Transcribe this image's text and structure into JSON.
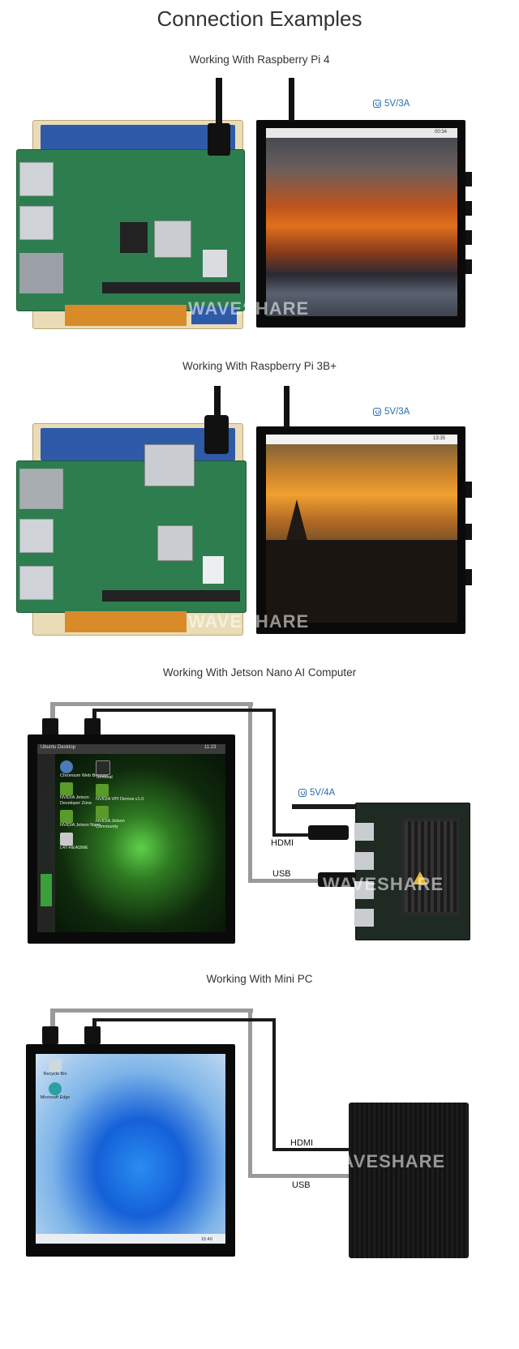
{
  "page": {
    "title": "Connection Examples",
    "watermark": "WAVESHARE"
  },
  "sections": [
    {
      "heading": "Working With Raspberry Pi 4",
      "power": "5V/3A",
      "clock": "00:34"
    },
    {
      "heading": "Working With Raspberry Pi 3B+",
      "power": "5V/3A",
      "clock": "13:35"
    },
    {
      "heading": "Working With Jetson Nano AI Computer",
      "power": "5V/4A",
      "hdmi": "HDMI",
      "usb": "USB",
      "desktop_title": "Ubuntu Desktop",
      "clock": "11:23",
      "desktop_icons": [
        "Chromium Web Browser",
        "NVIDIA Jetson Developer Zone",
        "NVIDIA Jetson Nano",
        "L4T-README",
        "Terminal",
        "NVIDIA VPI Demos v1.0",
        "NVIDIA Jetson Community"
      ]
    },
    {
      "heading": "Working With Mini PC",
      "hdmi": "HDMI",
      "usb": "USB",
      "desktop_icons": [
        "Recycle Bin",
        "Microsoft Edge"
      ],
      "clock": "15:40"
    }
  ],
  "colors": {
    "power_blue": "#2a6db0",
    "pcb_green": "#2e7d4f",
    "bezel": "#0a0a0a"
  }
}
